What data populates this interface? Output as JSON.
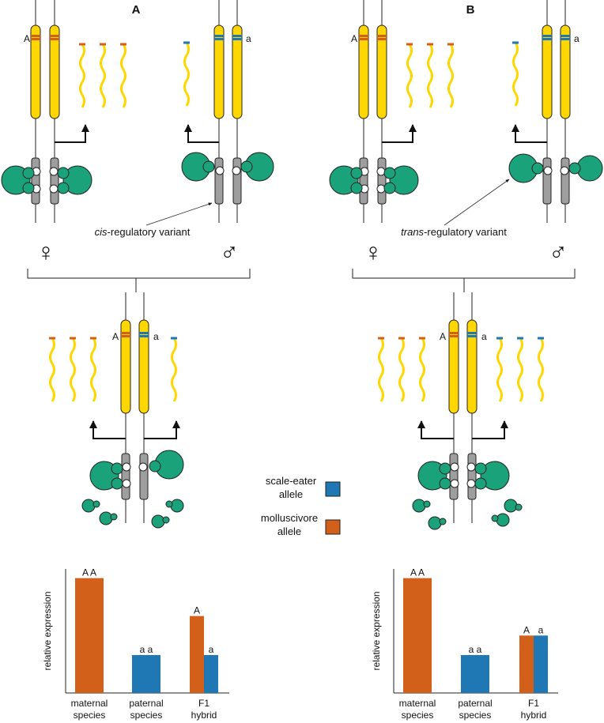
{
  "panels": {
    "a": {
      "letter": "A",
      "annotation": {
        "prefix": "cis",
        "suffix": "-regulatory variant"
      },
      "female_symbol": "♀",
      "male_symbol": "♂",
      "allele_upper": "A",
      "allele_lower": "a"
    },
    "b": {
      "letter": "B",
      "annotation": {
        "prefix": "trans",
        "suffix": "-regulatory variant"
      },
      "female_symbol": "♀",
      "male_symbol": "♂",
      "allele_upper": "A",
      "allele_lower": "a"
    }
  },
  "legend": {
    "scale_eater": {
      "line1": "scale-eater",
      "line2": "allele",
      "color": "#1f77b4"
    },
    "molluscivore": {
      "line1": "molluscivore",
      "line2": "allele",
      "color": "#d2601a"
    }
  },
  "colors": {
    "chromosome": "#ffd700",
    "regulatory_region": "#9e9e9e",
    "protein": "#1aa37a",
    "mrna": "#ffd700"
  },
  "chart_data": [
    {
      "type": "bar",
      "panel": "A",
      "ylabel": "relative expression",
      "categories": [
        {
          "line1": "maternal",
          "line2": "species"
        },
        {
          "line1": "paternal",
          "line2": "species"
        },
        {
          "line1": "F1",
          "line2": "hybrid"
        }
      ],
      "bars": [
        {
          "category": 0,
          "allele": "molluscivore",
          "value": 1.0,
          "label": "A A",
          "width": "double"
        },
        {
          "category": 1,
          "allele": "scale-eater",
          "value": 0.33,
          "label": "a a",
          "width": "double"
        },
        {
          "category": 2,
          "allele": "molluscivore",
          "value": 0.67,
          "label": "A",
          "width": "single"
        },
        {
          "category": 2,
          "allele": "scale-eater",
          "value": 0.33,
          "label": "a",
          "width": "single"
        }
      ],
      "ylim": [
        0,
        1.08
      ]
    },
    {
      "type": "bar",
      "panel": "B",
      "ylabel": "relative expression",
      "categories": [
        {
          "line1": "maternal",
          "line2": "species"
        },
        {
          "line1": "paternal",
          "line2": "species"
        },
        {
          "line1": "F1",
          "line2": "hybrid"
        }
      ],
      "bars": [
        {
          "category": 0,
          "allele": "molluscivore",
          "value": 1.0,
          "label": "A A",
          "width": "double"
        },
        {
          "category": 1,
          "allele": "scale-eater",
          "value": 0.33,
          "label": "a a",
          "width": "double"
        },
        {
          "category": 2,
          "allele": "molluscivore",
          "value": 0.5,
          "label": "A",
          "width": "single"
        },
        {
          "category": 2,
          "allele": "scale-eater",
          "value": 0.5,
          "label": "a",
          "width": "single"
        }
      ],
      "ylim": [
        0,
        1.08
      ]
    }
  ]
}
